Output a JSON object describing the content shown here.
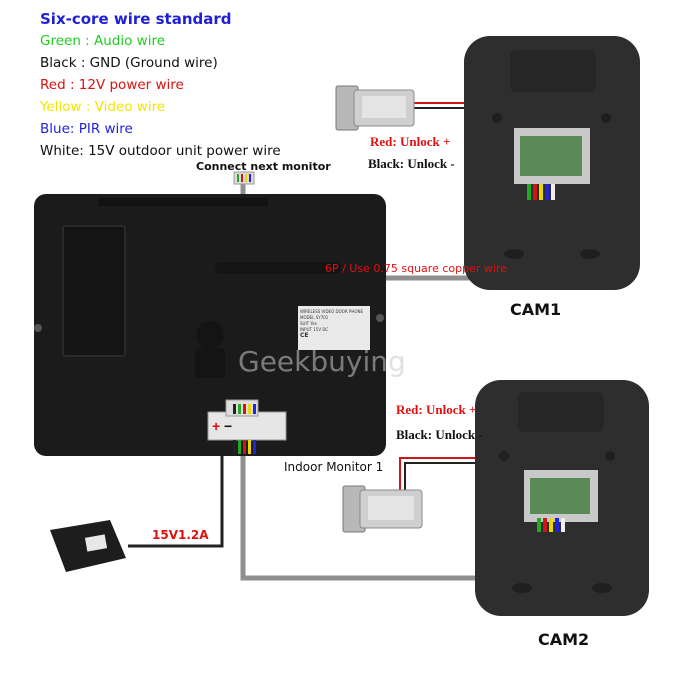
{
  "legend": {
    "title": "Six-core wire standard",
    "items": [
      {
        "text": "Green : Audio wire",
        "color": "#22cc22"
      },
      {
        "text": "Black : GND (Ground wire)",
        "color": "#111111"
      },
      {
        "text": "Red : 12V power wire",
        "color": "#e01010"
      },
      {
        "text": "Yellow : Video wire",
        "color": "#f2e600"
      },
      {
        "text": "Blue:  PIR wire",
        "color": "#2222dd"
      },
      {
        "text": "White: 15V outdoor unit power wire",
        "color": "#111111"
      }
    ]
  },
  "labels": {
    "connect_next": "Connect next monitor",
    "cable_note": "6P / Use 0.75 square copper wire",
    "indoor_monitor": "Indoor Monitor  1",
    "adapter": "15V1.2A",
    "cam1": "CAM1",
    "cam2": "CAM2",
    "cam1_red": "Red: Unlock +",
    "cam1_black": "Black: Unlock -",
    "cam2_red": "Red: Unlock +",
    "cam2_black": "Black: Unlock -",
    "terminal_plus": "+",
    "terminal_minus": "−"
  },
  "sticker": {
    "line1": "WIRELESS VIDEO DOOR PHONE",
    "line2": "MODEL  SY701",
    "line3": "SUIT   Yes",
    "line4": "INPUT  15V DC",
    "mark1": "CE"
  },
  "watermark": "Geekbuying",
  "colors": {
    "device": "#1b1b1b",
    "cam_body": "#2e2e2e",
    "cable": "#8f8f8f",
    "red_wire": "#d01515"
  }
}
